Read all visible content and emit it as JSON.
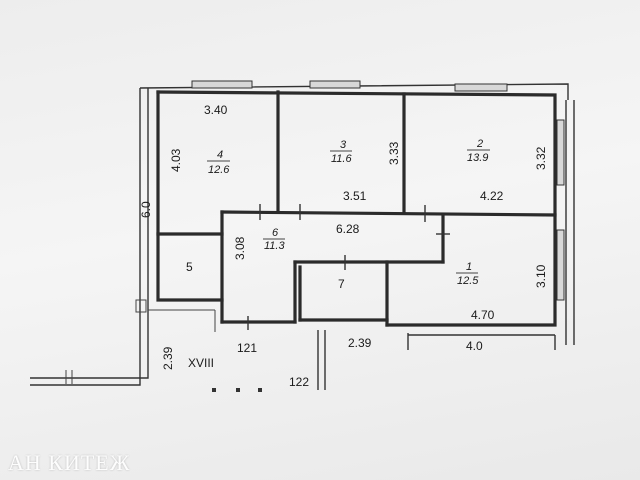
{
  "watermark": "АН КИТЕЖ",
  "rooms": [
    {
      "id": "room-4",
      "number": "4",
      "area": "12.6"
    },
    {
      "id": "room-3",
      "number": "3",
      "area": "11.6"
    },
    {
      "id": "room-2",
      "number": "2",
      "area": "13.9"
    },
    {
      "id": "room-6",
      "number": "6",
      "area": "11.3"
    },
    {
      "id": "room-1",
      "number": "1",
      "area": "12.5"
    },
    {
      "id": "room-5",
      "number": "5"
    },
    {
      "id": "room-7",
      "number": "7"
    }
  ],
  "dimensions": {
    "room4_width": "3.40",
    "room4_height": "4.03",
    "room3_height": "3.33",
    "room3_width": "3.51",
    "room2_height": "3.32",
    "room2_width": "4.22",
    "overall_height": "6.0",
    "room6_width": "6.28",
    "room6_height": "3.08",
    "room1_height": "3.10",
    "room1_width": "4.70",
    "lower_left": "2.39",
    "lower_mid": "2.39",
    "lower_right": "4.0"
  },
  "outside_labels": {
    "section": "XVIII",
    "unit_121": "121",
    "unit_122": "122"
  }
}
